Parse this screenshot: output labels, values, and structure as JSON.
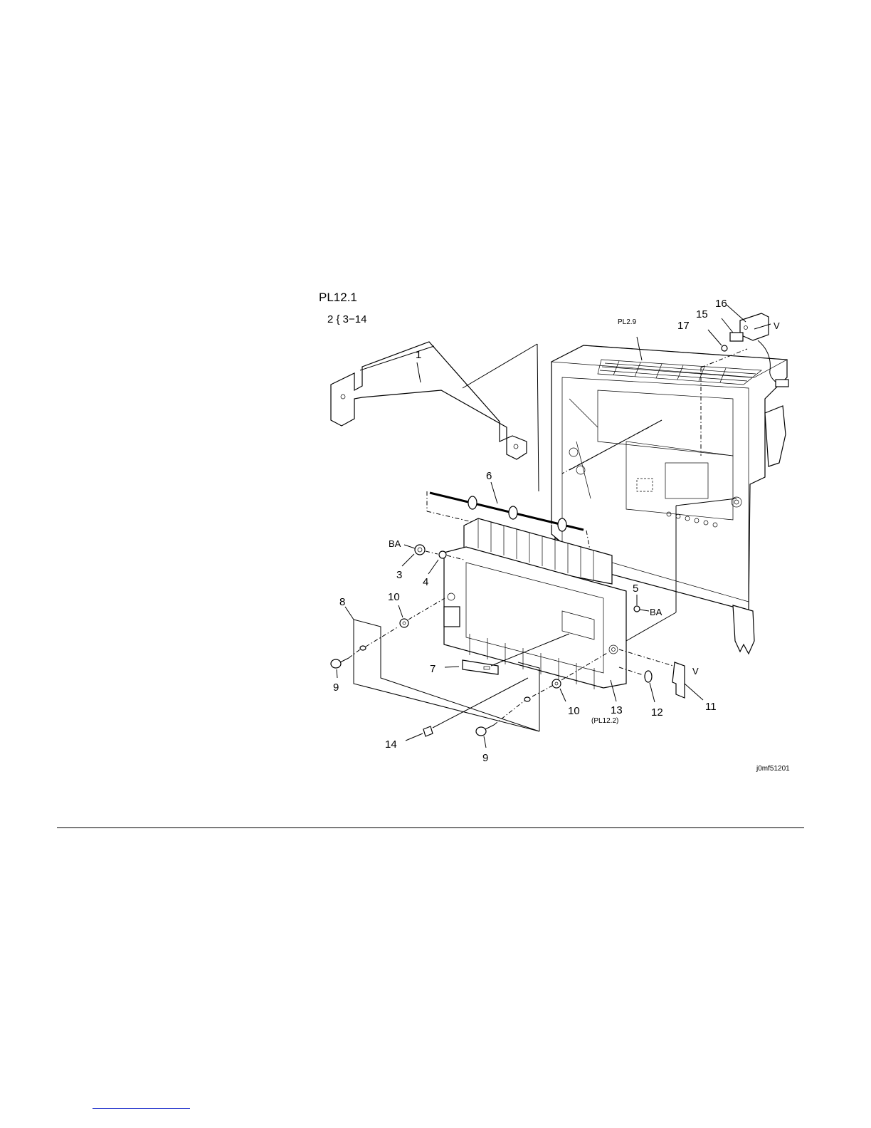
{
  "diagram": {
    "plate_title": "PL12.1",
    "plate_subtitle": "2 { 3−14",
    "figure_id": "j0mf51201",
    "ref_frame": "PL2.9",
    "ref_13": "(PL12.2)",
    "callouts": {
      "c1": "1",
      "c3": "3",
      "c4": "4",
      "c5": "5",
      "c6": "6",
      "c7": "7",
      "c8": "8",
      "c9a": "9",
      "c9b": "9",
      "c10a": "10",
      "c10b": "10",
      "c11": "11",
      "c12": "12",
      "c13": "13",
      "c14": "14",
      "c15": "15",
      "c16": "16",
      "c17": "17"
    },
    "tags": {
      "ba_left": "BA",
      "ba_right": "BA",
      "v_top": "V",
      "v_right": "V"
    }
  }
}
